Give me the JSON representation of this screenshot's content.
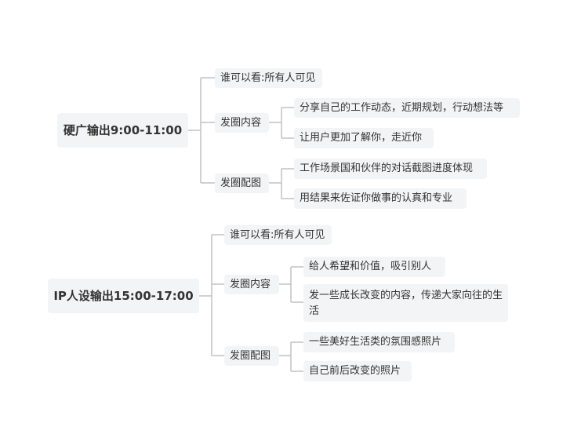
{
  "mindmap": [
    {
      "root": "硬广输出9:00-11:00",
      "branches": [
        {
          "label": "谁可以看:所有人可见",
          "children": []
        },
        {
          "label": "发圈内容",
          "children": [
            "分享自己的工作动态，近期规划，行动想法等",
            "让用户更加了解你，走近你"
          ]
        },
        {
          "label": "发圈配图",
          "children": [
            "工作场景国和伙伴的对话截图进度体现",
            "用结果来佐证你做事的认真和专业"
          ]
        }
      ]
    },
    {
      "root": "IP人设输出15:00-17:00",
      "branches": [
        {
          "label": "谁可以看:所有人可见",
          "children": []
        },
        {
          "label": "发圈内容",
          "children": [
            "给人希望和价值，吸引别人",
            "发一些成长改变的内容，传递大家向往的生活"
          ]
        },
        {
          "label": "发圈配图",
          "children": [
            "一些美好生活类的氛围感照片",
            "自己前后改变的照片"
          ]
        }
      ]
    }
  ]
}
